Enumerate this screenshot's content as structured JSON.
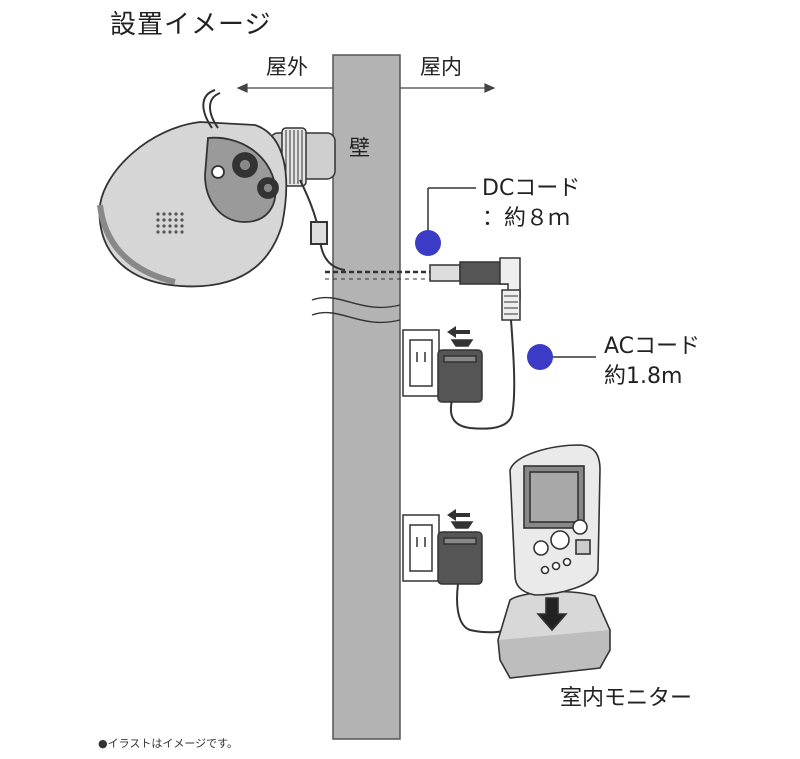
{
  "title": "設置イメージ",
  "outdoor_label": "屋外",
  "indoor_label": "屋内",
  "wall_label": "壁",
  "dc_cord": {
    "line1": "DCコード",
    "line2": "：約８ｍ"
  },
  "ac_cord": {
    "line1": "ACコード",
    "line2": "約1.8m"
  },
  "monitor_label": "室内モニター",
  "footnote": "●イラストはイメージです。",
  "colors": {
    "wall": "#b3b3b3",
    "marker": "#3b3bc6",
    "camera": "#d6d6d6",
    "line": "#333333"
  }
}
